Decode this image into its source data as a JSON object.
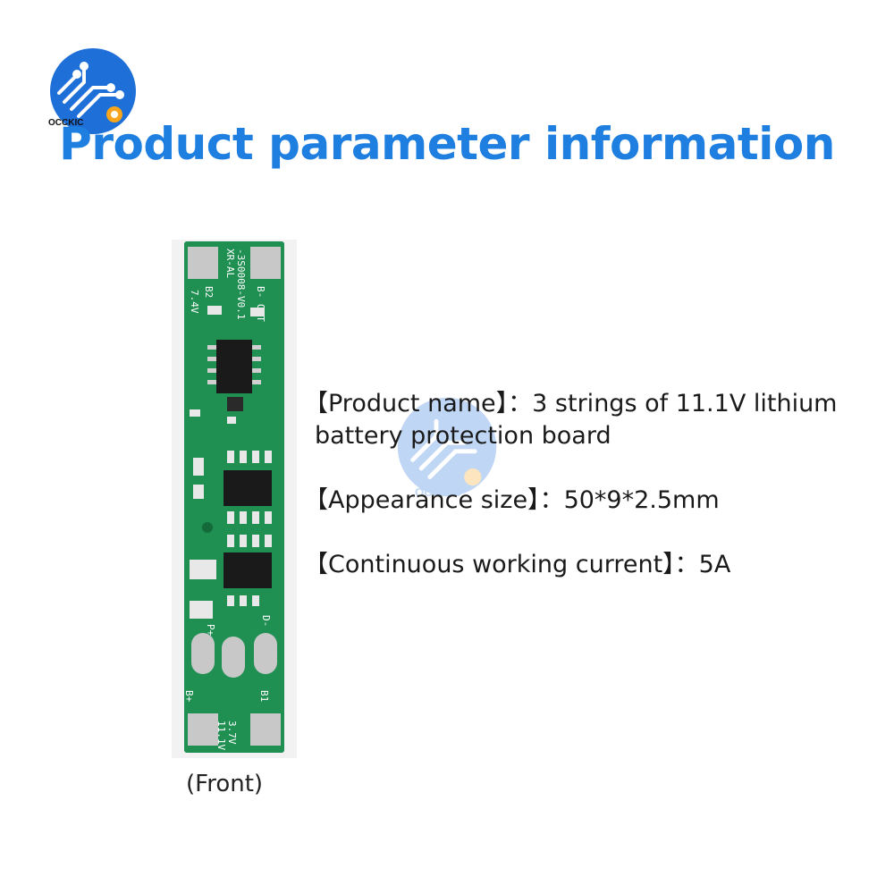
{
  "brand": {
    "logo_text": "OCCKIC",
    "watermark_text": "OCCKIC"
  },
  "title": "Product parameter information",
  "board": {
    "silkscreen_top_1": "XR-AL",
    "silkscreen_top_2": "-3S0008-V0.1",
    "label_b_minus": "B-",
    "label_b2": "B2",
    "label_out": "OUT",
    "label_74v": "7.4V",
    "label_p_plus": "P+",
    "label_d_minus": "D-",
    "label_b_plus": "B+",
    "label_b1": "B1",
    "label_37v": "3.7V",
    "label_111v": "11.1V"
  },
  "caption": "(Front)",
  "specs": [
    {
      "label": "【Product name】",
      "sep": "：",
      "value": "3 strings of 11.1V lithium",
      "value_cont": "battery protection board"
    },
    {
      "label": "【Appearance size】",
      "sep": "：",
      "value": "50*9*2.5mm"
    },
    {
      "label": "【Continuous working current】",
      "sep": "：",
      "value": "5A"
    }
  ],
  "colors": {
    "title": "#1e7fe0",
    "pcb": "#1f8f52",
    "pad": "#c8c8c8",
    "logo_blue": "#1e6fd8"
  }
}
